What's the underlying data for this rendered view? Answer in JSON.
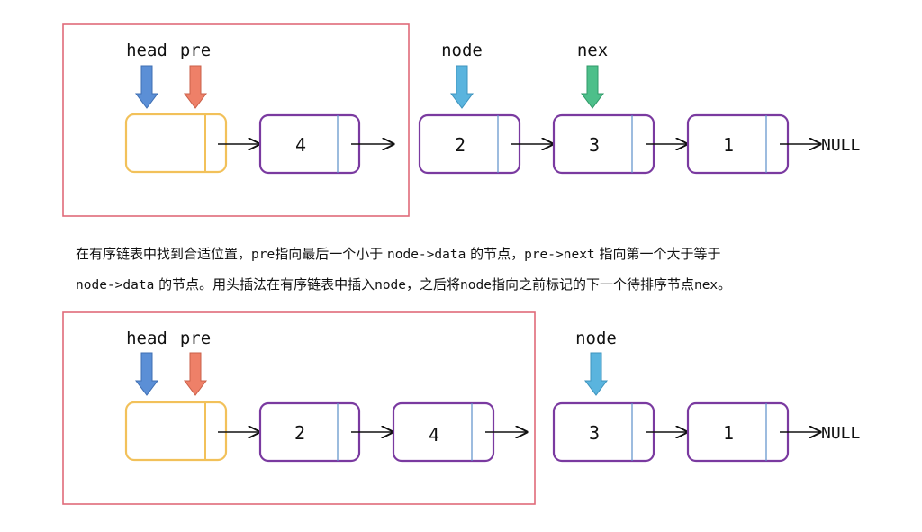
{
  "colors": {
    "frame": "#e06a7a",
    "node_border": "#7a3aa0",
    "head_node_border": "#f2c15a",
    "divider": "#5b8fc9",
    "arrow_head": "#5b8fd6",
    "arrow_pre": "#ee8068",
    "arrow_node": "#5ab4de",
    "arrow_nex": "#4dbf8a"
  },
  "top": {
    "labels": {
      "head": "head",
      "pre": "pre",
      "node": "node",
      "nex": "nex"
    },
    "list_values": [
      "4",
      "2",
      "3",
      "1"
    ],
    "null_label": "NULL"
  },
  "caption": {
    "line1": [
      "在有序链表中找到合适位置，",
      "pre",
      "指向最后一个小于 ",
      "node->data",
      " 的节点，",
      "pre->next",
      " 指向第一个大于等于"
    ],
    "line2": [
      "node->data",
      " 的节点。用头插法在有序链表中插入",
      "node",
      "，之后将",
      "node",
      "指向之前标记的下一个待排序节点",
      "nex",
      "。"
    ]
  },
  "bottom": {
    "labels": {
      "head": "head",
      "pre": "pre",
      "node": "node"
    },
    "list_values": [
      "2",
      "4",
      "3",
      "1"
    ],
    "null_label": "NULL"
  }
}
